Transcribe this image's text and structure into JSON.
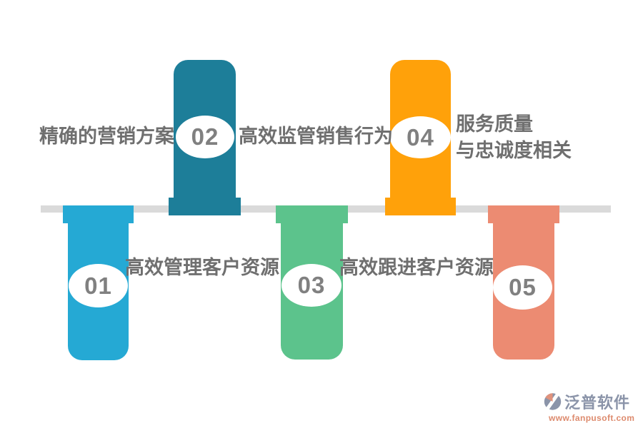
{
  "canvas": {
    "background": "#ffffff"
  },
  "timeline": {
    "color": "#dadada"
  },
  "text_colors": {
    "label": "#6f6f6f",
    "number": "#808080"
  },
  "pillars": [
    {
      "number": "01",
      "label": "高效管理客户资源",
      "color": "#25a9d4",
      "position": "below-bar",
      "label_side": "right"
    },
    {
      "number": "02",
      "label": "精确的营销方案",
      "color": "#1d7e99",
      "position": "above-bar",
      "label_side": "left"
    },
    {
      "number": "03",
      "label": "高效跟进客户资源",
      "color": "#5cc38c",
      "position": "below-bar",
      "label_side": "right"
    },
    {
      "number": "04",
      "label": "高效监管销售行为",
      "color": "#ffa10a",
      "position": "above-bar",
      "label_side": "left"
    },
    {
      "number": "05",
      "label": "服务质量\n与忠诚度相关",
      "color": "#ec8b72",
      "position": "below-bar",
      "label_side": "top-right"
    }
  ],
  "brand": {
    "icon": "fanpu-logo-icon",
    "name": "泛普软件",
    "url": "www.fanpusoft.com",
    "name_color": "#8b94a9",
    "url_color": "#dd8a6d",
    "icon_colors": {
      "main": "#8b94a9",
      "accent": "#e0927c"
    }
  }
}
